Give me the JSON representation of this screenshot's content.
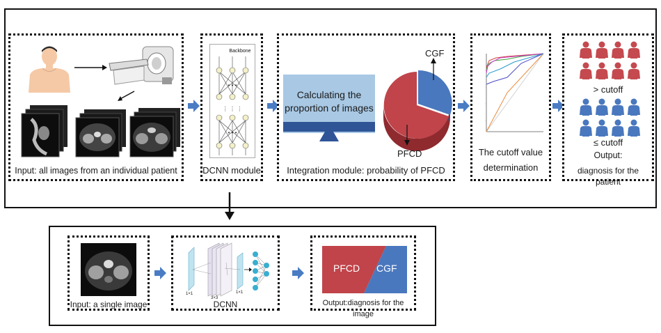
{
  "top_panel": {
    "input_caption": "Input: all images from an individual patient",
    "dcnn_caption": "DCNN module",
    "backbone_label": "Backbone",
    "monitor_text": "Calculating the proportion of images",
    "monitor_line1": "Calculating the",
    "monitor_line2": "proportion of images",
    "pie_label_cgf": "CGF",
    "pie_label_pfcd": "PFCD",
    "integration_caption": "Integration module: probability of PFCD",
    "cutoff_caption_line1": "The cutoff value",
    "cutoff_caption_line2": "determination",
    "output_above": "> cutoff",
    "output_below": "≤ cutoff",
    "output_caption_line1": "Output:",
    "output_caption_line2": "diagnosis for the patient"
  },
  "bottom_panel": {
    "input_caption": "Input: a single image",
    "dcnn_caption": "DCNN",
    "layer_label_1": "1×1",
    "layer_label_2": "3×3",
    "layer_label_3": "1×1",
    "output_left": "PFCD",
    "output_right": "CGF",
    "output_caption": "Output:diagnosis for the image"
  },
  "colors": {
    "arrow_blue": "#4a7cc4",
    "pfcd_red": "#c0444a",
    "cgf_blue": "#4a78be",
    "monitor_light": "#a8c8e4",
    "monitor_dark": "#2f5597",
    "person_red": "#c44a4f",
    "person_blue": "#4a78be"
  }
}
